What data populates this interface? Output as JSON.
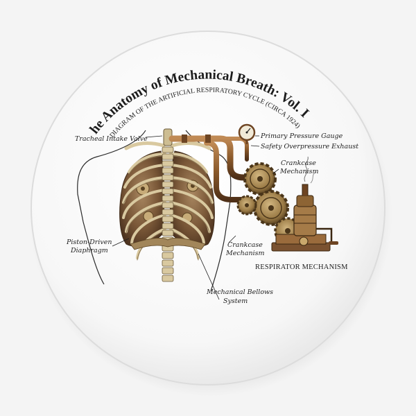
{
  "title": "The Anatomy of Mechanical Breath: Vol. III",
  "subtitle": "Diagram of the Artificial Respiratory Cycle (Circa 1924)",
  "labels": {
    "tracheal_valve": "Tracheal Intake Valve",
    "pressure_gauge": "Primary Pressure Gauge",
    "overpressure_exhaust": "Safety Overpressure Exhaust",
    "crankcase_top_1": "Crankcase",
    "crankcase_top_2": "Mechanism",
    "piston_1": "Piston-Driven",
    "piston_2": "Diaphragm",
    "crankcase_mid_1": "Crankcase",
    "crankcase_mid_2": "Mechanism",
    "respirator": "RESPIRATOR MECHANISM",
    "bellows_1": "Mechanical Bellows",
    "bellows_2": "System"
  },
  "colors": {
    "badge_face": "#fbfbfb",
    "badge_rim": "#d8d8d8",
    "bone": "#d9c9a0",
    "bone_shadow": "#8a7450",
    "tissue": "#7a5a3a",
    "copper": "#8b5a2b",
    "brass": "#b89a5a",
    "ink": "#1c1c1c"
  }
}
